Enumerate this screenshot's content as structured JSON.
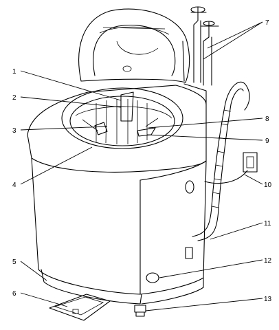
{
  "callouts": [
    "1",
    "2",
    "3",
    "4",
    "5",
    "6",
    "7",
    "8",
    "9",
    "10",
    "11",
    "12",
    "13"
  ],
  "icons": {
    "machine": "top-loading-washing-machine",
    "lid": "open-lid",
    "tub": "wash-drum",
    "faucet": "water-tap-icon",
    "plug": "power-plug-icon",
    "drain": "drain-hose",
    "panel": "control-panel",
    "base": "base-cover",
    "feet": "adjustable-foot"
  }
}
